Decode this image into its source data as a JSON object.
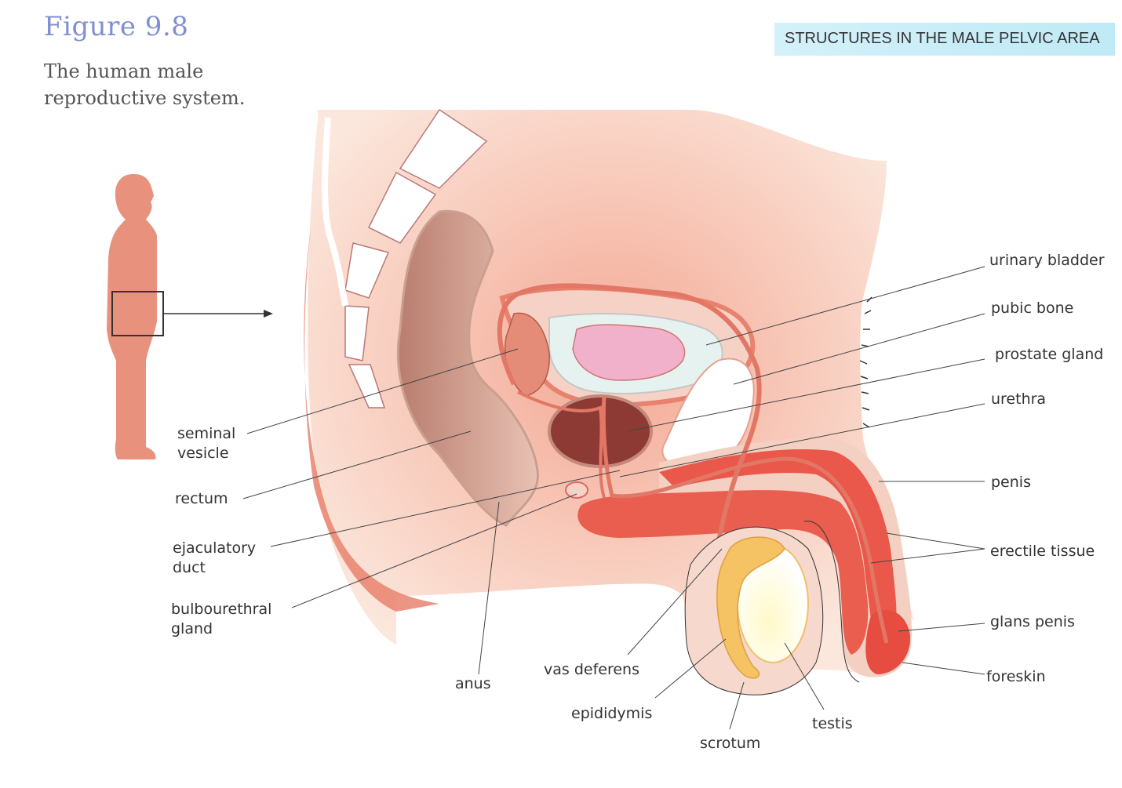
{
  "figure": {
    "number": "Figure 9.8",
    "caption_lines": [
      "The human male",
      "reproductive system."
    ]
  },
  "banner": {
    "text": "STRUCTURES IN THE MALE PELVIC AREA"
  },
  "labels": {
    "urinary_bladder": "urinary bladder",
    "pubic_bone": "pubic bone",
    "prostate_gland": "prostate gland",
    "urethra": "urethra",
    "penis": "penis",
    "erectile_tissue": "erectile tissue",
    "glans_penis": "glans penis",
    "foreskin": "foreskin",
    "seminal_vesicle": [
      "seminal",
      "vesicle"
    ],
    "rectum": "rectum",
    "ejaculatory_duct": [
      "ejaculatory",
      "duct"
    ],
    "bulbourethral_gland": [
      "bulbourethral",
      "gland"
    ],
    "anus": "anus",
    "vas_deferens": "vas deferens",
    "epididymis": "epididymis",
    "scrotum": "scrotum",
    "testis": "testis"
  },
  "colors": {
    "title": "#7f8fd0",
    "banner": "#cdeef8",
    "tissue_light": "#f7ddd0",
    "tissue_mid": "#f2a892",
    "erectile": "#e95a4a",
    "prostate": "#8e3a34",
    "rectum": "#cc9484",
    "bladder_inner": "#f4b4cc",
    "testis": "#fff6b0",
    "epididymis": "#f5c264"
  }
}
